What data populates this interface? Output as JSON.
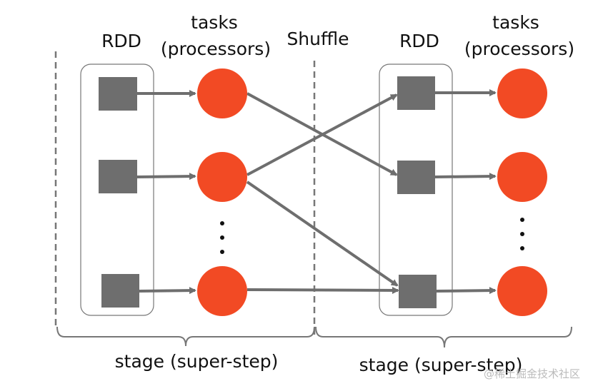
{
  "labels": {
    "rdd_left": "RDD",
    "tasks_left_1": "tasks",
    "tasks_left_2": "(processors)",
    "shuffle": "Shuffle",
    "rdd_right": "RDD",
    "tasks_right_1": "tasks",
    "tasks_right_2": "(processors)",
    "stage_left": "stage (super-step)",
    "stage_right": "stage (super-step)"
  },
  "watermark": "@稀土掘金技术社区",
  "colors": {
    "partition": "#6e6e6e",
    "task": "#f24a24",
    "arrow": "#6e6e6e",
    "line": "#777777"
  }
}
